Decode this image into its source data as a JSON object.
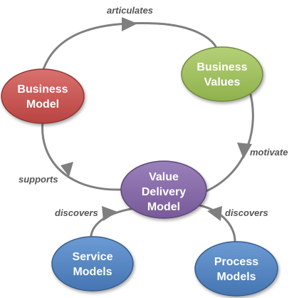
{
  "nodes": {
    "business_model": {
      "lines": [
        "Business",
        "Model"
      ],
      "color": "#c0504d",
      "stroke": "#8c3836"
    },
    "business_values": {
      "lines": [
        "Business",
        "Values"
      ],
      "color": "#9bbb59",
      "stroke": "#71893f"
    },
    "value_delivery_model": {
      "lines": [
        "Value",
        "Delivery",
        "Model"
      ],
      "color": "#8064a2",
      "stroke": "#5c4776"
    },
    "service_models": {
      "lines": [
        "Service",
        "Models"
      ],
      "color": "#4f81bd",
      "stroke": "#385d8a"
    },
    "process_models": {
      "lines": [
        "Process",
        "Models"
      ],
      "color": "#4f81bd",
      "stroke": "#385d8a"
    }
  },
  "edges": {
    "articulates": "articulates",
    "motivate": "motivate",
    "supports": "supports",
    "discovers_left": "discovers",
    "discovers_right": "discovers"
  }
}
